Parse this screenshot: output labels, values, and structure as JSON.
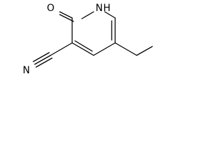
{
  "structure": {
    "atoms": {
      "oxygen": "O",
      "nh": "H",
      "nh_n": "N",
      "nitrile_n": "N"
    }
  }
}
